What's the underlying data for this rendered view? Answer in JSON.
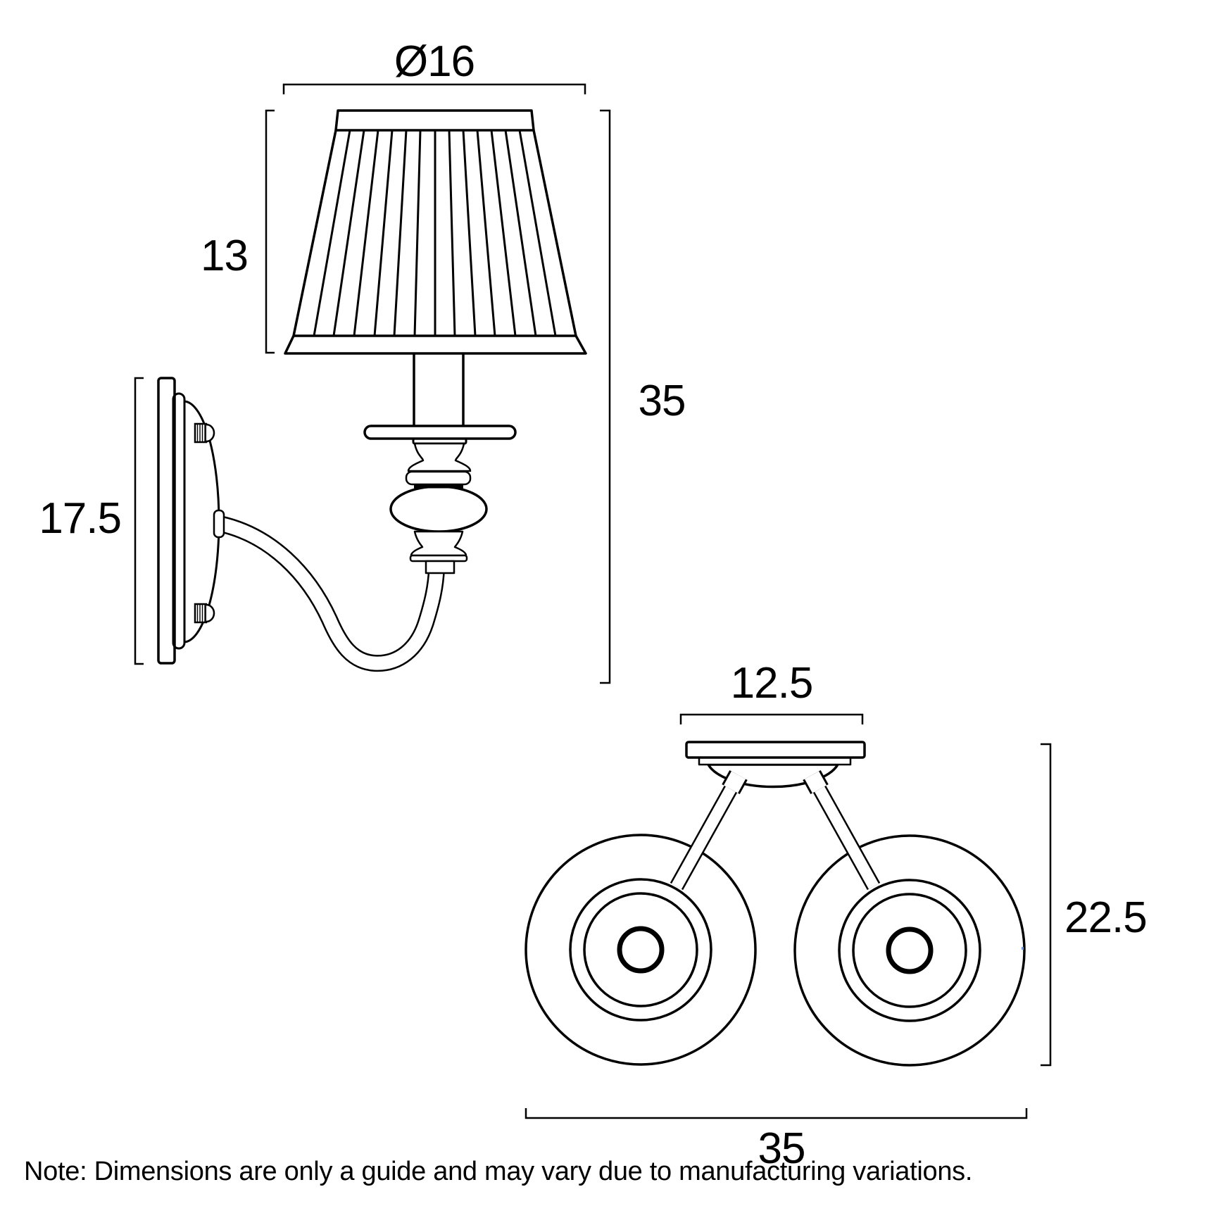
{
  "side_view": {
    "shade_diameter_label": "Ø16",
    "shade_height_label": "13",
    "total_height_label": "35",
    "backplate_height_label": "17.5"
  },
  "top_view": {
    "canopy_width_label": "12.5",
    "projection_height_label": "22.5",
    "total_width_label": "35"
  },
  "note_text": "Note: Dimensions are only a guide and may vary due to manufacturing variations.",
  "colors": {
    "line": "#000000",
    "background": "#ffffff",
    "render_artifact_blue": "#6b93e0"
  }
}
